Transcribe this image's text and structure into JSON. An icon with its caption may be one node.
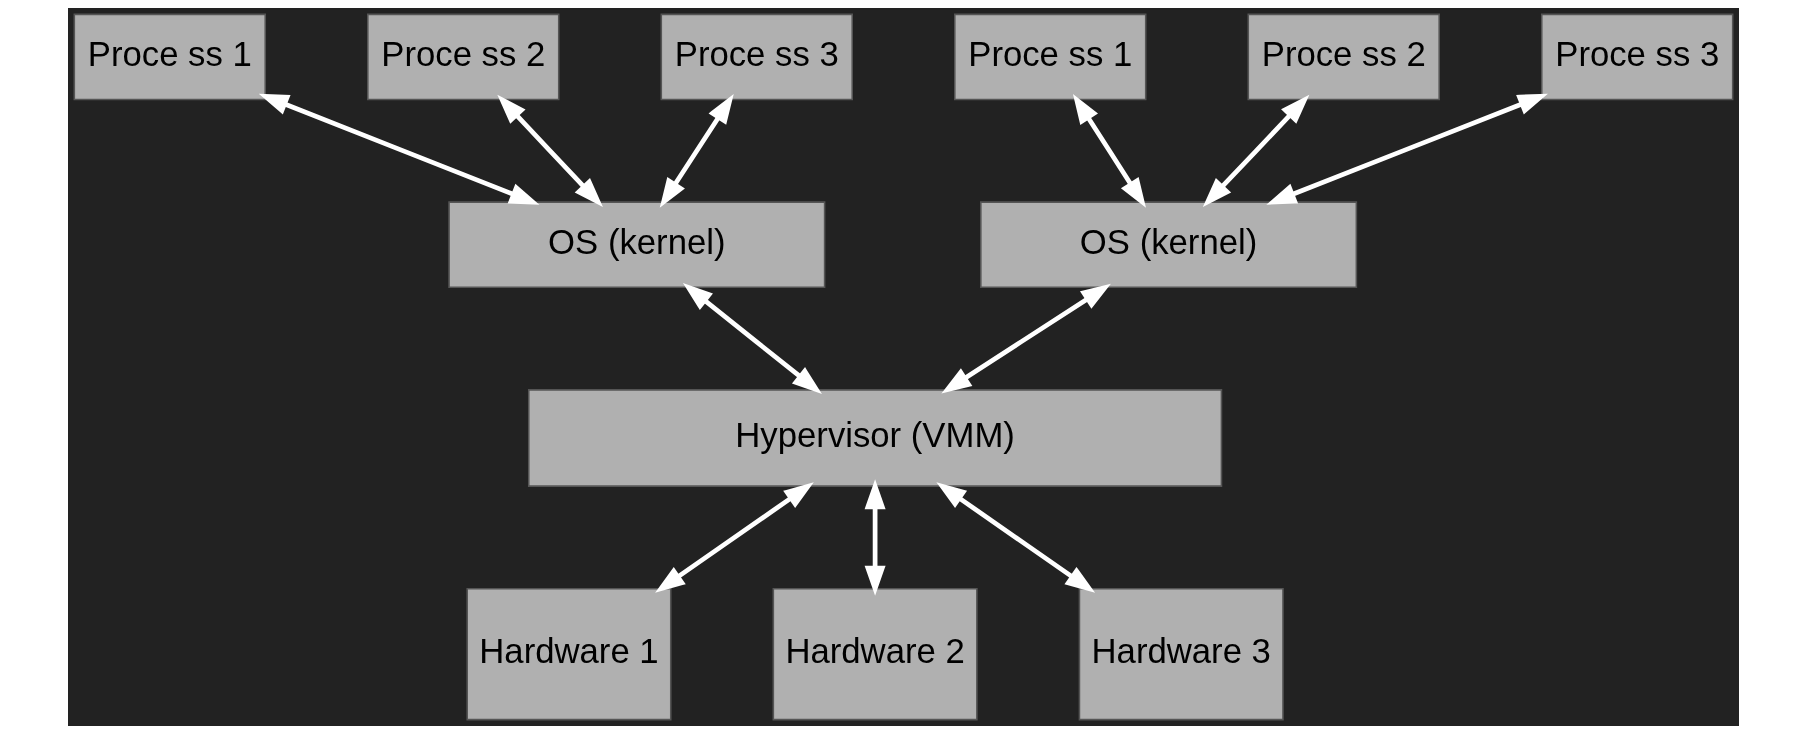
{
  "diagram": {
    "nodes": [
      {
        "text": [
          "Proce ss 1"
        ]
      },
      {
        "text": [
          "Proce ss 2"
        ]
      },
      {
        "text": [
          "Proce ss 3"
        ]
      },
      {
        "text": [
          "OS (kernel)"
        ]
      },
      {
        "text": [
          "Proce ss 1"
        ]
      },
      {
        "text": [
          "Proce ss 2"
        ]
      },
      {
        "text": [
          "Proce ss 3"
        ]
      },
      {
        "text": [
          "OS (kernel)"
        ]
      },
      {
        "text": [
          "Hypervisor (VMM)"
        ]
      },
      {
        "text": [
          "Hardware 1"
        ]
      },
      {
        "text": [
          "Hardware 2"
        ]
      },
      {
        "text": [
          "Hardware 3"
        ]
      }
    ],
    "edges": [
      {
        "from": 0,
        "to": 3,
        "arrow": "both"
      },
      {
        "from": 1,
        "to": 3,
        "arrow": "both"
      },
      {
        "from": 2,
        "to": 3,
        "arrow": "both"
      },
      {
        "from": 4,
        "to": 7,
        "arrow": "both"
      },
      {
        "from": 5,
        "to": 7,
        "arrow": "both"
      },
      {
        "from": 6,
        "to": 7,
        "arrow": "both"
      },
      {
        "from": 3,
        "to": 8,
        "arrow": "both"
      },
      {
        "from": 7,
        "to": 8,
        "arrow": "both"
      },
      {
        "from": 8,
        "to": 9,
        "arrow": "both"
      },
      {
        "from": 8,
        "to": 10,
        "arrow": "both"
      },
      {
        "from": 8,
        "to": 11,
        "arrow": "both"
      }
    ]
  }
}
